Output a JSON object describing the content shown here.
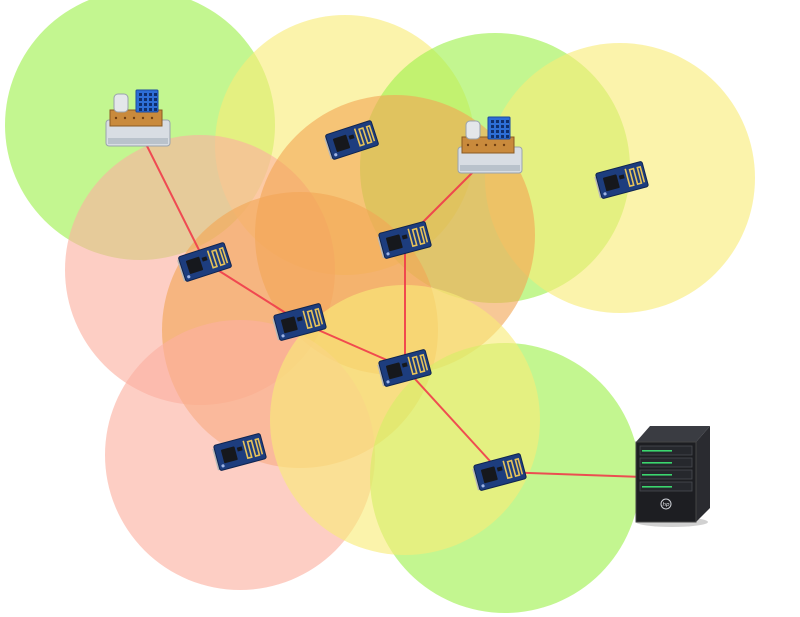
{
  "diagram": {
    "kind": "wireless mesh network",
    "colors": {
      "zone_green": "#9ef04c",
      "zone_yellow": "#f9ec78",
      "zone_orange": "#f2a656",
      "zone_pink": "#fbb0a0",
      "link": "#f03c4a",
      "module_board": "#1d3d7e",
      "module_antenna": "#e6c25a",
      "chip": "#16181d",
      "sensor": "#2d6ed6",
      "server": "#1d1e22",
      "server_led": "#3bd66e"
    },
    "zones": [
      {
        "id": "z1",
        "color": "green"
      },
      {
        "id": "z2",
        "color": "yellow"
      },
      {
        "id": "z3",
        "color": "green"
      },
      {
        "id": "z4",
        "color": "yellow"
      },
      {
        "id": "z5",
        "color": "pink"
      },
      {
        "id": "z6",
        "color": "orange"
      },
      {
        "id": "z7",
        "color": "orange"
      },
      {
        "id": "z8",
        "color": "pink"
      },
      {
        "id": "z9",
        "color": "green"
      },
      {
        "id": "z10",
        "color": "yellow"
      }
    ],
    "nodes": [
      {
        "id": "sensor-a",
        "type": "sensor"
      },
      {
        "id": "sensor-b",
        "type": "sensor"
      },
      {
        "id": "m1",
        "type": "module"
      },
      {
        "id": "m2",
        "type": "module"
      },
      {
        "id": "m3",
        "type": "module"
      },
      {
        "id": "m4",
        "type": "module"
      },
      {
        "id": "m5",
        "type": "module"
      },
      {
        "id": "m6",
        "type": "module"
      },
      {
        "id": "m7",
        "type": "module"
      },
      {
        "id": "m8",
        "type": "module"
      },
      {
        "id": "server",
        "type": "server",
        "label": "hp"
      }
    ],
    "links": [
      [
        "sensor-a",
        "m3"
      ],
      [
        "m3",
        "m4"
      ],
      [
        "m4",
        "m5"
      ],
      [
        "m5",
        "m2"
      ],
      [
        "m2",
        "sensor-b"
      ],
      [
        "m5",
        "m7"
      ],
      [
        "m7",
        "server"
      ]
    ]
  }
}
